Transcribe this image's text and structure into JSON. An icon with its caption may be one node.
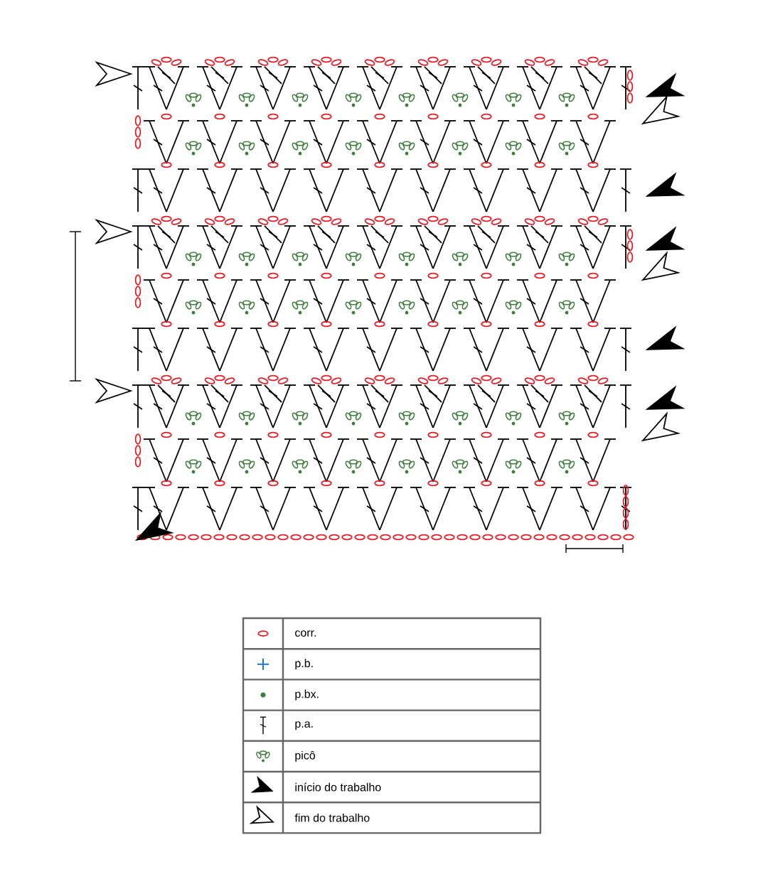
{
  "diagram": {
    "legend": [
      {
        "text": "corr."
      },
      {
        "text": "p.b."
      },
      {
        "text": "p.bx."
      },
      {
        "text": "p.a."
      },
      {
        "text": "picô"
      },
      {
        "text": "início do trabalho"
      },
      {
        "text": "fim do trabalho"
      }
    ]
  }
}
